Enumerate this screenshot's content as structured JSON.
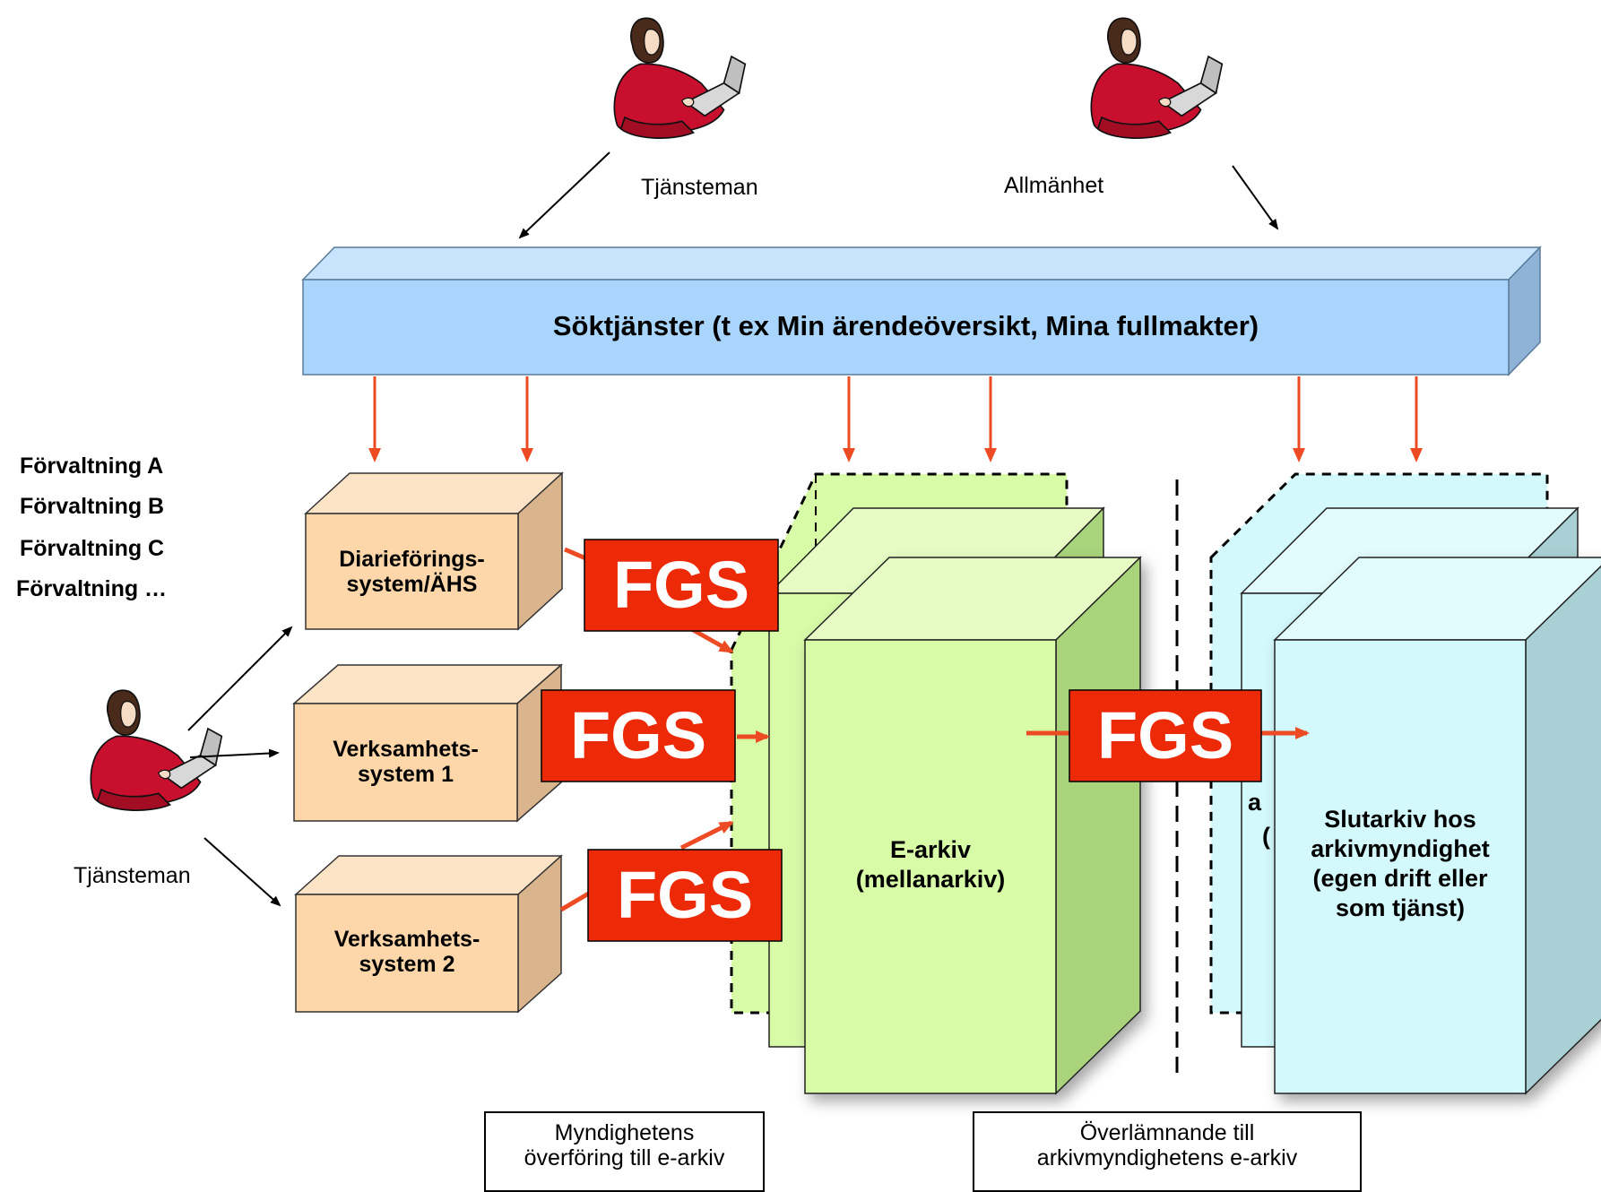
{
  "search_bar": {
    "label": "Söktjänster (t ex Min ärendeöversikt, Mina fullmakter)"
  },
  "users": {
    "top_left": "Tjänsteman",
    "top_right": "Allmänhet",
    "left": "Tjänsteman"
  },
  "administrations": [
    "Förvaltning A",
    "Förvaltning B",
    "Förvaltning C",
    "Förvaltning …"
  ],
  "systems": [
    {
      "line1": "Diarieförings-",
      "line2": "system/ÄHS"
    },
    {
      "line1": "Verksamhets-",
      "line2": "system 1"
    },
    {
      "line1": "Verksamhets-",
      "line2": "system 2"
    }
  ],
  "fgs_label": "FGS",
  "e_archive": {
    "line1": "E-arkiv",
    "line2": "(mellanarkiv)"
  },
  "final_archive": {
    "line1": "Slutarkiv hos",
    "line2": "arkivmyndighet",
    "line3": "(egen drift eller",
    "line4": "som tjänst)",
    "partial_left_1": "a",
    "partial_left_2": "("
  },
  "captions": {
    "agency_transfer": {
      "line1": "Myndighetens",
      "line2": "överföring till e-arkiv"
    },
    "handover": {
      "line1": "Överlämnande till",
      "line2": "arkivmyndighetens e-arkiv"
    }
  },
  "colors": {
    "search_front": "#a9d4fb",
    "search_top": "#c8e4fd",
    "search_side": "#8fb3d6",
    "system_front": "#fdd6a9",
    "system_top": "#fee4c7",
    "system_side": "#d9b48d",
    "earchive_front": "#d8fba8",
    "earchive_side": "#a9d47c",
    "final_front": "#d3f9fd",
    "final_side": "#a9d0d4",
    "fgs_red": "#ec2a08",
    "arrow_red": "#ec4b23",
    "person_red": "#c8102e"
  }
}
